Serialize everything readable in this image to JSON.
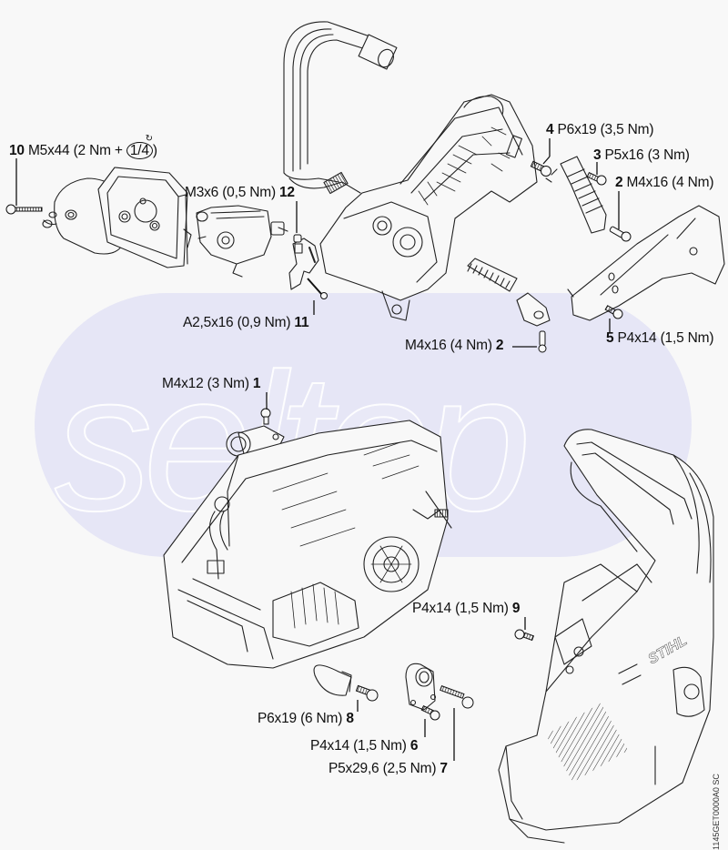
{
  "diagram": {
    "title": "Exploded view – handle, carburetor and housing fastener torques",
    "watermark": "seltop",
    "colors": {
      "background": "#f8f8f8",
      "watermark_band": "#e6e6f6",
      "line": "#222222",
      "label": "#111111"
    },
    "reference_code": "1145GET0000A0 SC",
    "brand_mark": "STIHL",
    "callouts": [
      {
        "id": "10",
        "num": "10",
        "spec": "M5x44",
        "torque": "(2 Nm +",
        "extra": "1/4",
        "extra_icon": "rotate-clockwise-icon",
        "close": ")",
        "num_position": "before"
      },
      {
        "id": "12",
        "num": "12",
        "spec": "M3x6",
        "torque": "(0,5 Nm)",
        "num_position": "after"
      },
      {
        "id": "4",
        "num": "4",
        "spec": "P6x19",
        "torque": "(3,5 Nm)",
        "num_position": "before"
      },
      {
        "id": "3",
        "num": "3",
        "spec": "P5x16",
        "torque": "(3 Nm)",
        "num_position": "before"
      },
      {
        "id": "2a",
        "num": "2",
        "spec": "M4x16",
        "torque": "(4 Nm)",
        "num_position": "before"
      },
      {
        "id": "11",
        "num": "11",
        "spec": "A2,5x16",
        "torque": "(0,9 Nm)",
        "num_position": "after"
      },
      {
        "id": "2b",
        "num": "2",
        "spec": "M4x16",
        "torque": "(4 Nm)",
        "num_position": "after"
      },
      {
        "id": "5",
        "num": "5",
        "spec": "P4x14",
        "torque": "(1,5 Nm)",
        "num_position": "before"
      },
      {
        "id": "1",
        "num": "1",
        "spec": "M4x12",
        "torque": "(3 Nm)",
        "num_position": "after"
      },
      {
        "id": "9",
        "num": "9",
        "spec": "P4x14",
        "torque": "(1,5 Nm)",
        "num_position": "after"
      },
      {
        "id": "8",
        "num": "8",
        "spec": "P6x19",
        "torque": "(6 Nm)",
        "num_position": "after"
      },
      {
        "id": "6",
        "num": "6",
        "spec": "P4x14",
        "torque": "(1,5 Nm)",
        "num_position": "after"
      },
      {
        "id": "7",
        "num": "7",
        "spec": "P5x29,6",
        "torque": "(2,5 Nm)",
        "num_position": "after"
      }
    ],
    "parts": [
      "rear-handle-tube",
      "handle-housing",
      "air-filter-cover",
      "carburetor-box",
      "carburetor",
      "throttle-linkage",
      "annular-buffer-spring",
      "buffer-spring-upper",
      "handle-frame",
      "engine-housing",
      "intake-flange",
      "chain-sprocket-cover",
      "hose-clamp",
      "buffer-mount"
    ]
  }
}
